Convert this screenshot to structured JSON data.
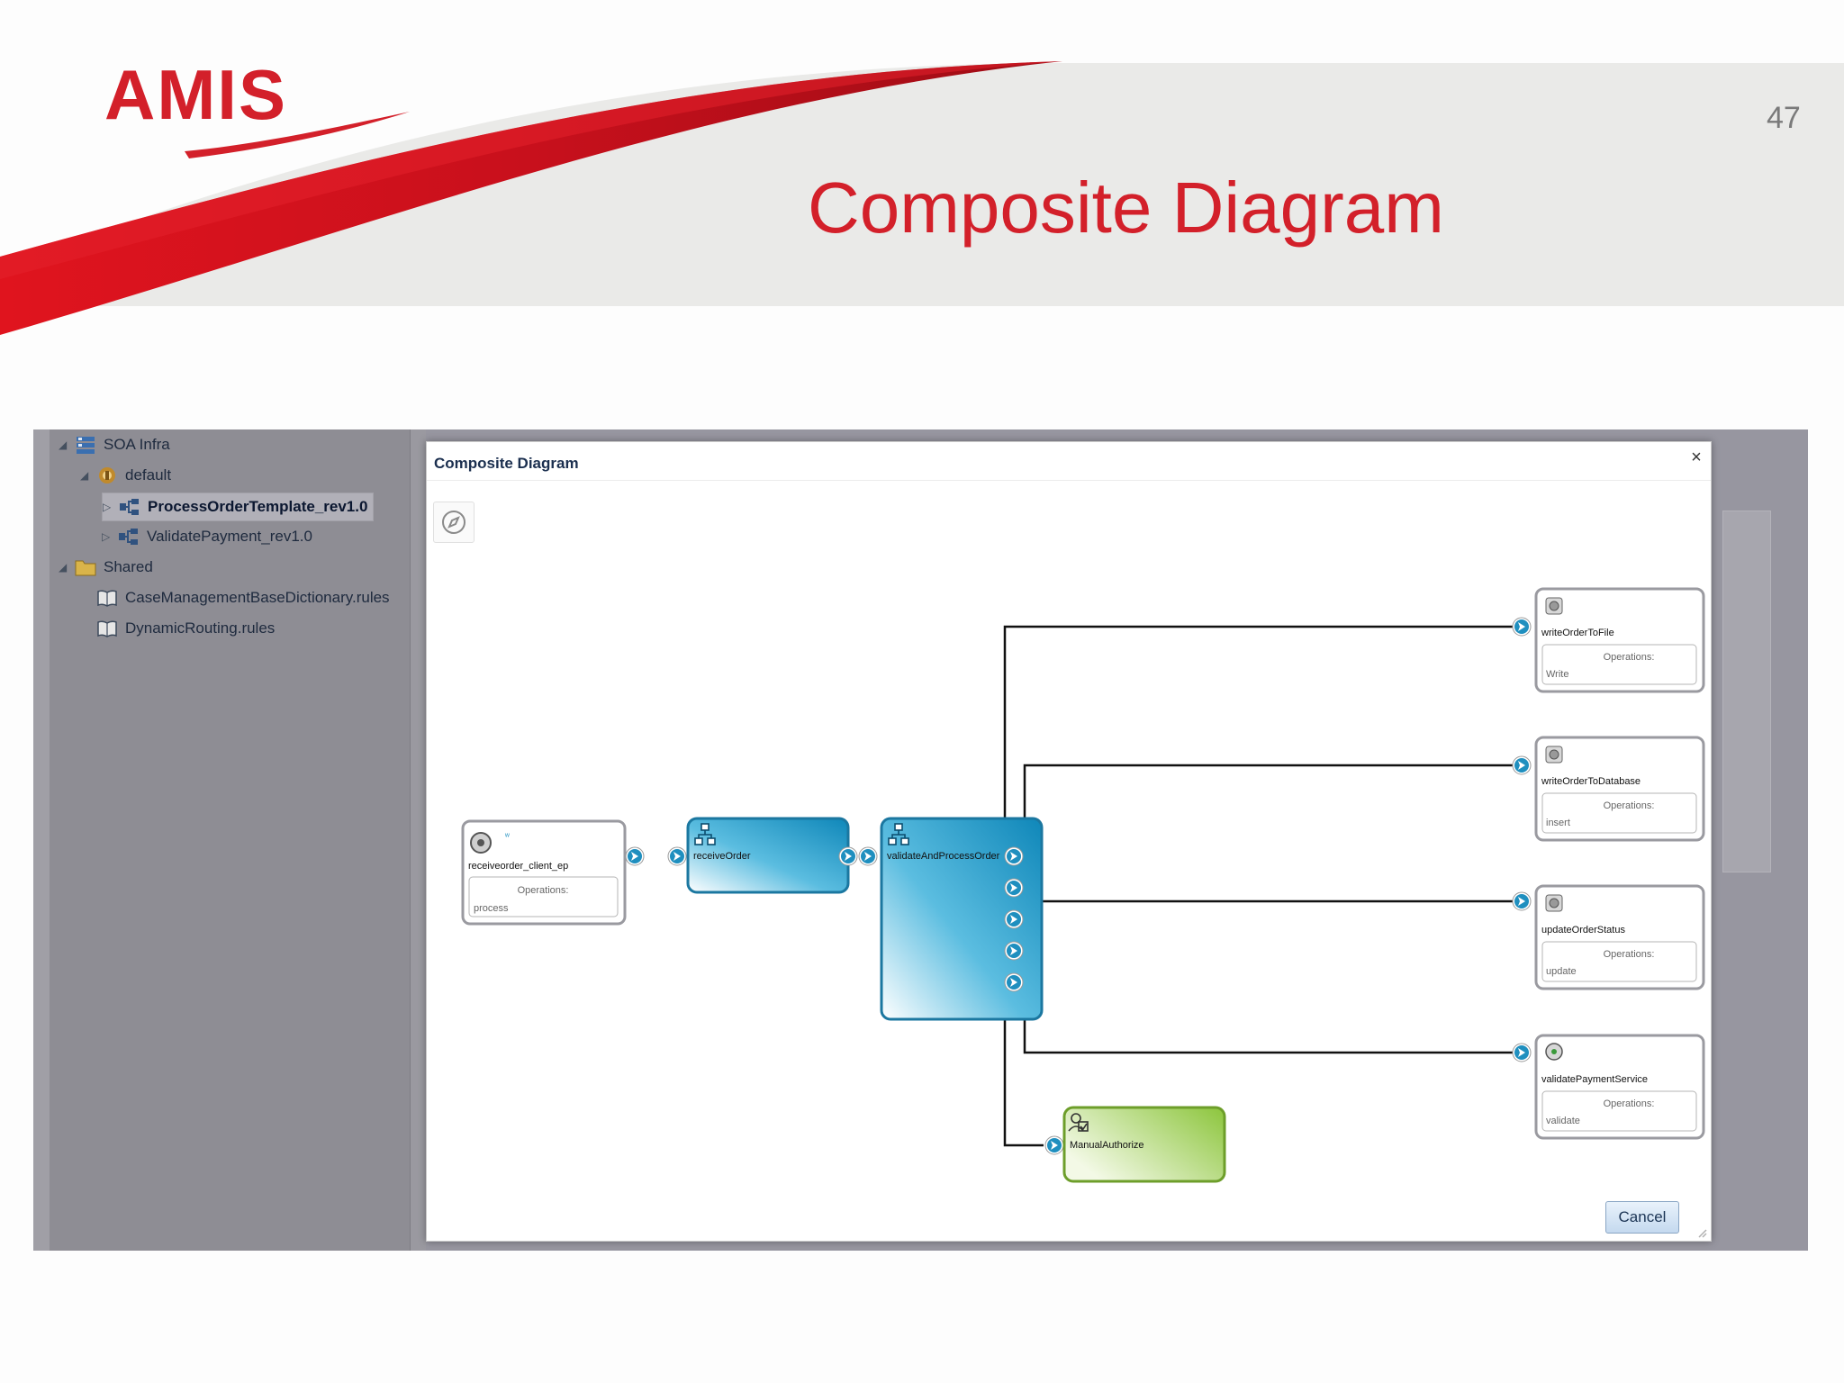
{
  "slide": {
    "logo": "AMIS",
    "page_number": "47",
    "title": "Composite Diagram"
  },
  "tree": {
    "items": [
      {
        "label": "SOA Infra",
        "icon": "soa-infra-icon",
        "toggle": "◢"
      },
      {
        "label": "default",
        "icon": "partition-icon",
        "toggle": "◢"
      },
      {
        "label": "ProcessOrderTemplate_rev1.0",
        "icon": "composite-icon",
        "toggle": "▷"
      },
      {
        "label": "ValidatePayment_rev1.0",
        "icon": "composite-icon",
        "toggle": "▷"
      },
      {
        "label": "Shared",
        "icon": "folder-icon",
        "toggle": "◢"
      },
      {
        "label": "CaseManagementBaseDictionary.rules",
        "icon": "rules-book-icon",
        "toggle": ""
      },
      {
        "label": "DynamicRouting.rules",
        "icon": "rules-book-icon",
        "toggle": ""
      }
    ]
  },
  "dialog": {
    "title": "Composite Diagram",
    "close_label": "×",
    "cancel_label": "Cancel",
    "navigate_icon": "compass-icon"
  },
  "diagram": {
    "operations_label": "Operations:",
    "service": {
      "name": "receiveorder_client_ep",
      "operation": "process",
      "icon": "gear-service-icon"
    },
    "components": [
      {
        "name": "receiveOrder",
        "type": "bpel",
        "icon": "bpel-process-icon"
      },
      {
        "name": "validateAndProcessOrder",
        "type": "bpel",
        "icon": "bpel-process-icon"
      },
      {
        "name": "ManualAuthorize",
        "type": "human-task",
        "icon": "human-task-icon"
      }
    ],
    "references": [
      {
        "name": "writeOrderToFile",
        "operation": "Write",
        "icon": "adapter-icon"
      },
      {
        "name": "writeOrderToDatabase",
        "operation": "insert",
        "icon": "adapter-icon"
      },
      {
        "name": "updateOrderStatus",
        "operation": "update",
        "icon": "adapter-icon"
      },
      {
        "name": "validatePaymentService",
        "operation": "validate",
        "icon": "ws-reference-icon"
      }
    ],
    "colors": {
      "bpel_fill": "#1c98c9",
      "human_task_fill": "#8cc53c",
      "wire": "#111111",
      "title_red": "#d3202a"
    }
  }
}
